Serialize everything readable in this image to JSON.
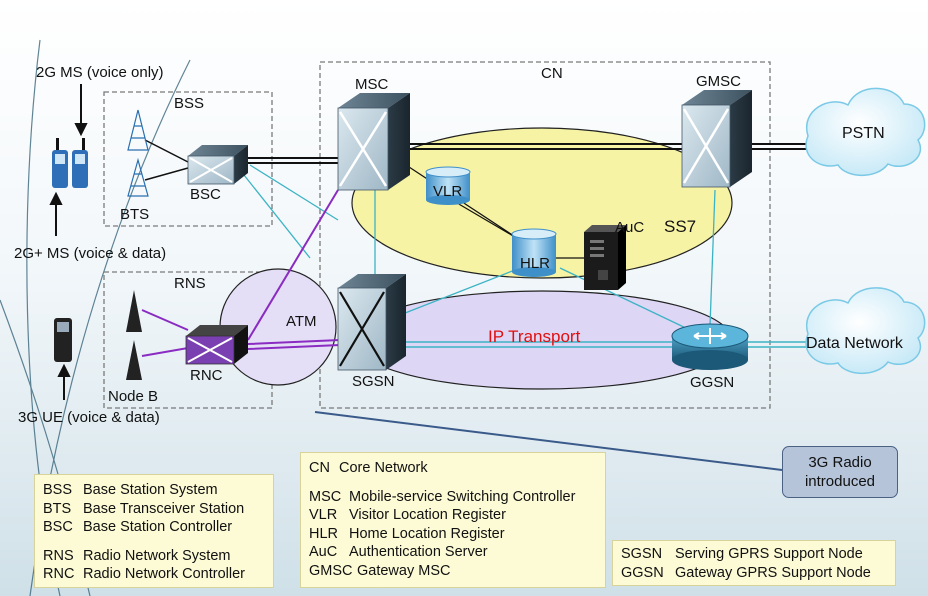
{
  "colors": {
    "ss7_fill": "#f7f3a4",
    "ip_fill": "#ddd6f5",
    "atm_fill": "#e4dff6",
    "box_dash": "#7a7a7a",
    "cyan_link": "#3cb3c4",
    "purple_link": "#8a2bc2",
    "ip_label": "#e01010",
    "legend_fill": "#fdfbd6",
    "callout_fill": "#b5c4d9"
  },
  "labels": {
    "ms2g": "2G MS (voice only)",
    "ms2gplus": "2G+ MS (voice & data)",
    "ue3g": "3G UE (voice & data)",
    "bss": "BSS",
    "bts": "BTS",
    "bsc": "BSC",
    "rns": "RNS",
    "nodeb": "Node B",
    "rnc": "RNC",
    "atm": "ATM",
    "cn": "CN",
    "msc": "MSC",
    "gmsc": "GMSC",
    "vlr": "VLR",
    "hlr": "HLR",
    "auc": "AuC",
    "ss7": "SS7",
    "ip_transport": "IP Transport",
    "sgsn": "SGSN",
    "ggsn": "GGSN",
    "pstn": "PSTN",
    "data_network": "Data Network"
  },
  "callout": {
    "line1": "3G Radio",
    "line2": "introduced"
  },
  "legend_left": {
    "group1": [
      {
        "abbr": "BSS",
        "desc": "Base Station System"
      },
      {
        "abbr": "BTS",
        "desc": "Base Transceiver Station"
      },
      {
        "abbr": "BSC",
        "desc": "Base Station Controller"
      }
    ],
    "group2": [
      {
        "abbr": "RNS",
        "desc": "Radio Network System"
      },
      {
        "abbr": "RNC",
        "desc": "Radio Network Controller"
      }
    ]
  },
  "legend_mid": {
    "header": {
      "abbr": "CN",
      "desc": "Core Network"
    },
    "items": [
      {
        "abbr": "MSC",
        "desc": "Mobile-service Switching Controller"
      },
      {
        "abbr": "VLR",
        "desc": "Visitor Location Register"
      },
      {
        "abbr": "HLR",
        "desc": "Home Location Register"
      },
      {
        "abbr": "AuC",
        "desc": "Authentication Server"
      },
      {
        "abbr": "GMSC",
        "desc": "Gateway MSC"
      }
    ]
  },
  "legend_right": {
    "items": [
      {
        "abbr": "SGSN",
        "desc": "Serving GPRS Support Node"
      },
      {
        "abbr": "GGSN",
        "desc": "Gateway GPRS Support Node"
      }
    ]
  }
}
